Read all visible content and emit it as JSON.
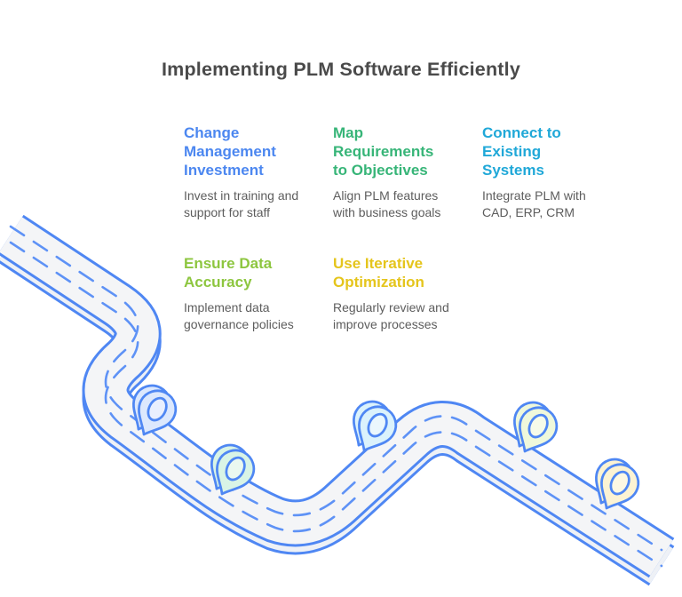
{
  "title": "Implementing PLM Software Efficiently",
  "colors": {
    "title_text": "#4a4a4a",
    "body_text": "#5d5d5d",
    "road_stroke": "#4f87f3",
    "road_fill": "#f4f5f7",
    "lane_dash": "#5e92f6"
  },
  "steps": [
    {
      "heading": "Change Management Investment",
      "description": "Invest in training and support for staff",
      "heading_color": "#4c87f0",
      "pin": {
        "body": "#dce8fd",
        "inner": "#e9effe"
      }
    },
    {
      "heading": "Map Requirements to Objectives",
      "description": "Align PLM features with business goals",
      "heading_color": "#37b578",
      "pin": {
        "body": "#d9f4e6",
        "inner": "#eaf8f0"
      }
    },
    {
      "heading": "Connect to Existing Systems",
      "description": "Integrate PLM with CAD, ERP, CRM",
      "heading_color": "#20a8d8",
      "pin": {
        "body": "#dbf2fc",
        "inner": "#eaf7fd"
      }
    },
    {
      "heading": "Ensure Data Accuracy",
      "description": "Implement data governance policies",
      "heading_color": "#8dc63f",
      "pin": {
        "body": "#eff8db",
        "inner": "#f6fbe9"
      }
    },
    {
      "heading": "Use Iterative Optimization",
      "description": "Regularly review and improve processes",
      "heading_color": "#e5c51c",
      "pin": {
        "body": "#fcf3d3",
        "inner": "#fdf8e3"
      }
    }
  ]
}
